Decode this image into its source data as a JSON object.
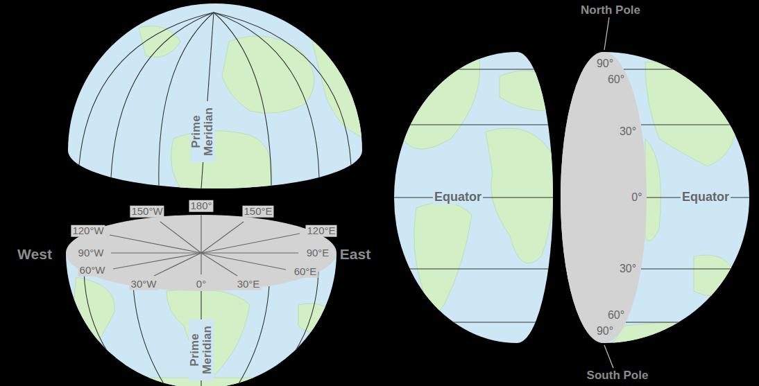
{
  "diagram": {
    "labels": [
      "Prime Meridian",
      "150°W",
      "180°",
      "150°E",
      "120°W",
      "120°E",
      "West",
      "90°W",
      "90°E",
      "East",
      "60°W",
      "60°E",
      "30°W",
      "0°",
      "30°E",
      "Prime Meridian",
      "North Pole",
      "90°",
      "60°",
      "30°",
      "Equator",
      "0°",
      "Equator",
      "30°",
      "60°",
      "90°",
      "South Pole"
    ]
  }
}
